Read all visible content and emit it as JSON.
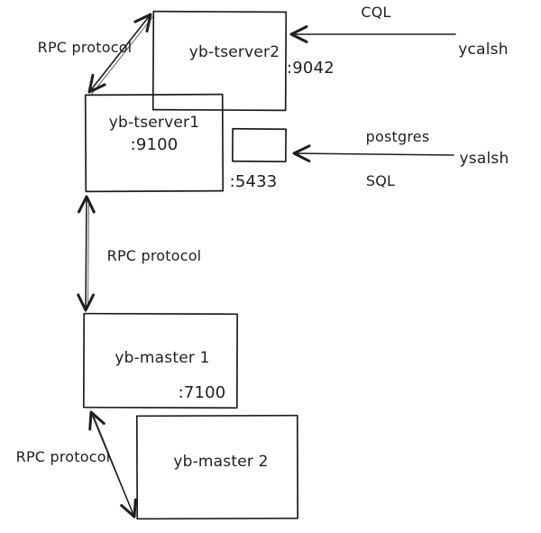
{
  "diagram": {
    "background": "#ffffff",
    "stroke_color": "#1e1e1e",
    "nodes": {
      "tserver2": {
        "label": "yb-tserver2",
        "port": ":9042"
      },
      "tserver1": {
        "label": "yb-tserver1",
        "port": ":9100"
      },
      "sql_port_box": {
        "port": ":5433"
      },
      "master1": {
        "label": "yb-master 1",
        "port": ":7100"
      },
      "master2": {
        "label": "yb-master 2"
      }
    },
    "edges": {
      "rpc_tserver1_tserver2": {
        "label": "RPC protocol"
      },
      "rpc_tserver1_master1": {
        "label": "RPC protocol"
      },
      "rpc_master1_master2": {
        "label": "RPC protocol"
      },
      "cql": {
        "label": "CQL",
        "client": "ycalsh"
      },
      "postgres_sql": {
        "label_top": "postgres",
        "label_bottom": "SQL",
        "client": "ysalsh"
      }
    }
  }
}
